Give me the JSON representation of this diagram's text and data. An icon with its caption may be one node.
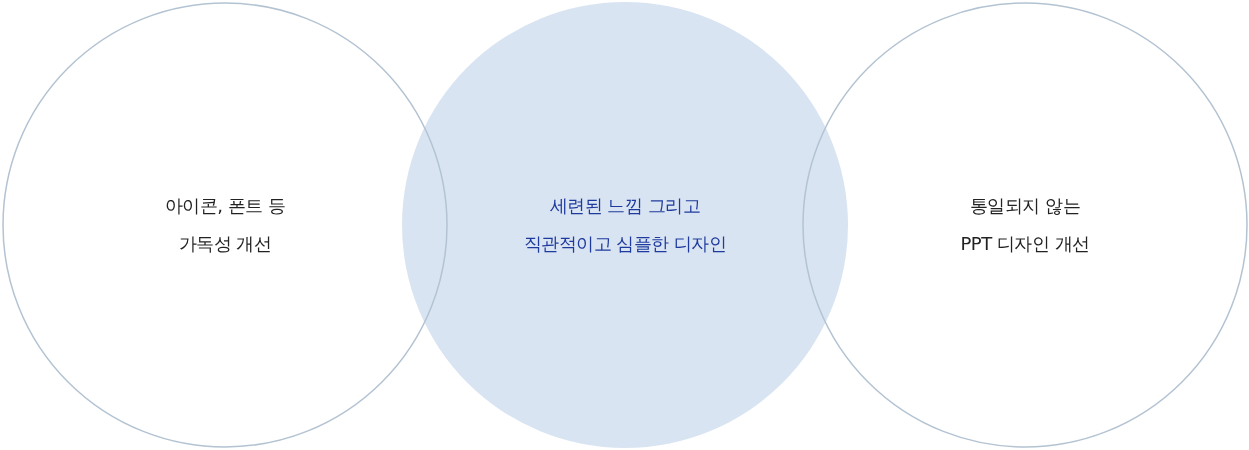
{
  "diagram": {
    "nodes": [
      {
        "text": [
          "아이콘, 폰트 등",
          "가독성 개선"
        ]
      },
      {
        "text": [
          "세련된 느낌 그리고",
          "직관적이고 심플한 디자인"
        ]
      },
      {
        "text": [
          "통일되지 않는",
          "PPT 디자인 개선"
        ]
      }
    ]
  }
}
